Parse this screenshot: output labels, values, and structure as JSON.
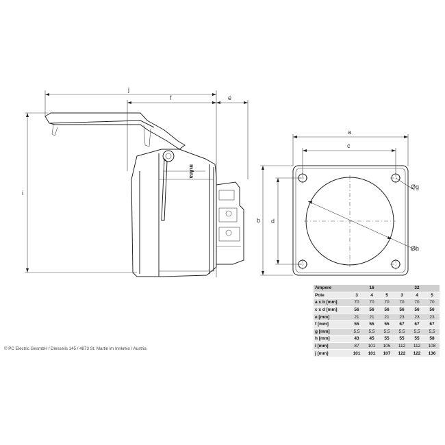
{
  "dims": {
    "j": "j",
    "f": "f",
    "e": "e",
    "i": "i",
    "a": "a",
    "c": "c",
    "b": "b",
    "d": "d",
    "g": "Øg",
    "h": "Øh"
  },
  "brand_mark": "mAra",
  "table": {
    "header": {
      "label": "Ampere",
      "groups": [
        "16",
        "32"
      ]
    },
    "rows": [
      {
        "label": "Pole",
        "values": [
          "3",
          "4",
          "5",
          "3",
          "4",
          "5"
        ]
      },
      {
        "label": "a x b [mm]",
        "values": [
          "70",
          "70",
          "70",
          "70",
          "70",
          "70"
        ]
      },
      {
        "label": "c x d [mm]",
        "values": [
          "56",
          "56",
          "56",
          "56",
          "56",
          "56"
        ]
      },
      {
        "label": "e [mm]",
        "values": [
          "21",
          "21",
          "21",
          "23",
          "23",
          "23"
        ]
      },
      {
        "label": "f [mm]",
        "values": [
          "55",
          "55",
          "55",
          "67",
          "67",
          "67"
        ]
      },
      {
        "label": "g [mm]",
        "values": [
          "5,5",
          "5,5",
          "5,5",
          "5,5",
          "5,5",
          "5,5"
        ]
      },
      {
        "label": "h [mm]",
        "values": [
          "43",
          "45",
          "55",
          "55",
          "55",
          "58"
        ]
      },
      {
        "label": "i [mm]",
        "values": [
          "87",
          "101",
          "105",
          "112",
          "112",
          "108"
        ]
      },
      {
        "label": "j [mm]",
        "values": [
          "101",
          "101",
          "107",
          "122",
          "122",
          "136"
        ]
      }
    ]
  },
  "copyright": "© PC Electric GesmbH / Diesseils 145 / 4873 St. Martin im Innkreis / Austria"
}
